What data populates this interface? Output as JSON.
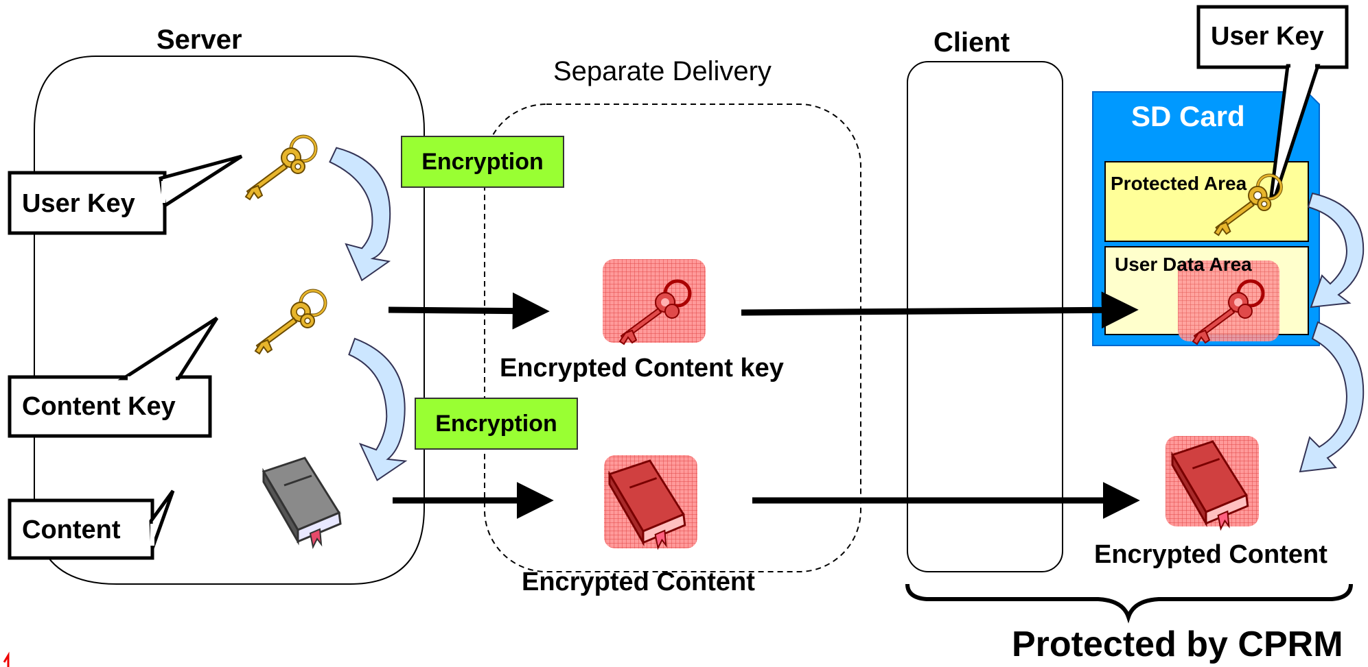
{
  "labels": {
    "server": "Server",
    "client": "Client",
    "separate_delivery": "Separate Delivery",
    "sd_card": "SD Card",
    "protected_area": "Protected Area",
    "user_data_area": "User Data Area",
    "user_key_callout": "User Key",
    "content_key_callout": "Content Key",
    "content_callout": "Content",
    "user_key_sd_callout": "User Key",
    "encryption_1": "Encryption",
    "encryption_2": "Encryption",
    "encrypted_content_key": "Encrypted Content key",
    "encrypted_content_middle": "Encrypted Content",
    "encrypted_content_right": "Encrypted Content",
    "protected_by_cprm": "Protected by CPRM"
  },
  "icons": {
    "key": "key-icon",
    "book": "book-icon",
    "encrypted_key": "encrypted-key-icon",
    "encrypted_book": "encrypted-book-icon",
    "curved_arrow": "curved-arrow-icon"
  },
  "colors": {
    "encryption_box": "#99ff33",
    "sd_card": "#0099ff",
    "protected_area": "#ffff99",
    "user_data_area": "#ffffcc",
    "encrypted_tile": "#ff8080",
    "key_gold": "#d4a017",
    "curved_arrow_fill": "#cce6ff"
  }
}
